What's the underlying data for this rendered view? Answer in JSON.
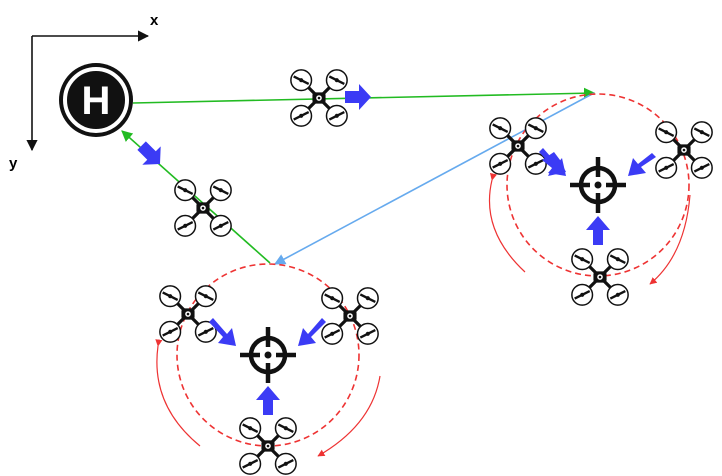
{
  "axes": {
    "x_label": "x",
    "y_label": "y"
  },
  "helipad": {
    "letter": "H",
    "icon": "helipad-icon"
  },
  "colors": {
    "outbound_path": "#22bb22",
    "transit_path": "#66aaee",
    "orbit": "#ee3333",
    "converge_arrow": "#3b3bf5",
    "background": "#ffffff",
    "ink": "#111111"
  },
  "targets": [
    {
      "name": "target-right",
      "drone_count": 3,
      "icon": "crosshair-icon"
    },
    {
      "name": "target-bottom",
      "drone_count": 3,
      "icon": "crosshair-icon"
    }
  ],
  "transit_drones": [
    {
      "name": "drone-outbound",
      "direction": "toward-target-right",
      "icon": "quadcopter-icon"
    },
    {
      "name": "drone-return",
      "direction": "toward-helipad",
      "icon": "quadcopter-icon"
    }
  ]
}
